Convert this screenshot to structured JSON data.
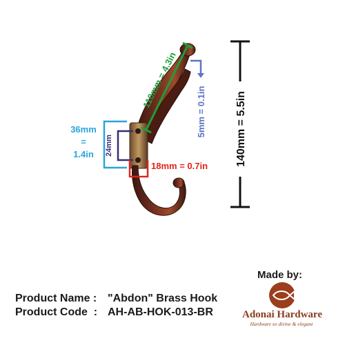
{
  "dimensions": {
    "arm_length": "110mm = 4.3in",
    "tip_gap": "5mm = 0.1in",
    "total_height": "140mm = 5.5in",
    "plate_height_mm": "36mm",
    "plate_height_eq": "=",
    "plate_height_in": "1.4in",
    "screw_spacing": "24mm",
    "plate_width": "18mm = 0.7in"
  },
  "colors": {
    "arm_length": "#1e9e3a",
    "tip_gap": "#5b74c4",
    "total_height": "#111111",
    "plate_height": "#2aa3dc",
    "screw_spacing": "#3b2a78",
    "plate_width": "#e0241b",
    "hook_bronze": "#5a2416",
    "brand": "#8a3c1d"
  },
  "product": {
    "name_label": "Product Name : ",
    "name_value": "\"Abdon\" Brass Hook",
    "code_label": "Product Code  : ",
    "code_value": "AH-AB-HOK-013-BR"
  },
  "maker": {
    "made_by": "Made by:",
    "brand_name": "Adonai Hardware",
    "tagline": "Hardware so divine & elegant"
  }
}
